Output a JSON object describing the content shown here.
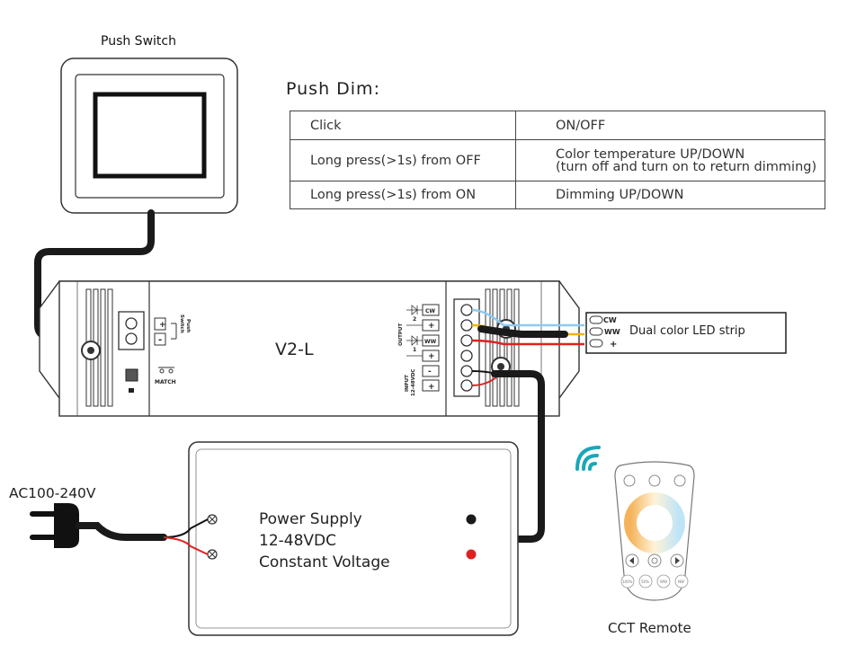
{
  "push_switch": {
    "label": "Push Switch"
  },
  "push_dim": {
    "title": "Push Dim:",
    "rows": [
      {
        "action": "Click",
        "result": "ON/OFF",
        "result_note": ""
      },
      {
        "action": "Long press(>1s) from OFF",
        "result": "Color temperature UP/DOWN",
        "result_note": "(turn off and turn on to return dimming)"
      },
      {
        "action": "Long press(>1s) from ON",
        "result": "Dimming UP/DOWN",
        "result_note": ""
      }
    ]
  },
  "controller": {
    "model": "V2-L",
    "push_switch_terminal": [
      "+",
      "-"
    ],
    "push_switch_label": [
      "Switch",
      "Push"
    ],
    "match_label": "MATCH",
    "output_label": "OUTPUT",
    "output_channels": [
      "2",
      "1"
    ],
    "output_terminals": [
      "CW",
      "+",
      "WW",
      "+"
    ],
    "input_label": [
      "INPUT",
      "12-48VDC"
    ],
    "input_terminals": [
      "-",
      "+"
    ]
  },
  "led_strip": {
    "label": "Dual color LED strip",
    "pins": [
      "CW",
      "WW",
      "+"
    ]
  },
  "ac_input": {
    "label": "AC100-240V"
  },
  "power_supply": {
    "lines": [
      "Power Supply",
      "12-48VDC",
      "Constant Voltage"
    ]
  },
  "remote": {
    "label": "CCT Remote",
    "buttons": [
      "100%",
      "50%",
      "WW",
      "NW"
    ]
  },
  "colors": {
    "wire_black": "#222222",
    "wire_red": "#e02020",
    "wire_blue": "#8ccaf0",
    "wire_yellow": "#f2b400",
    "wifi": "#1aa7b8",
    "outline": "#333333"
  }
}
